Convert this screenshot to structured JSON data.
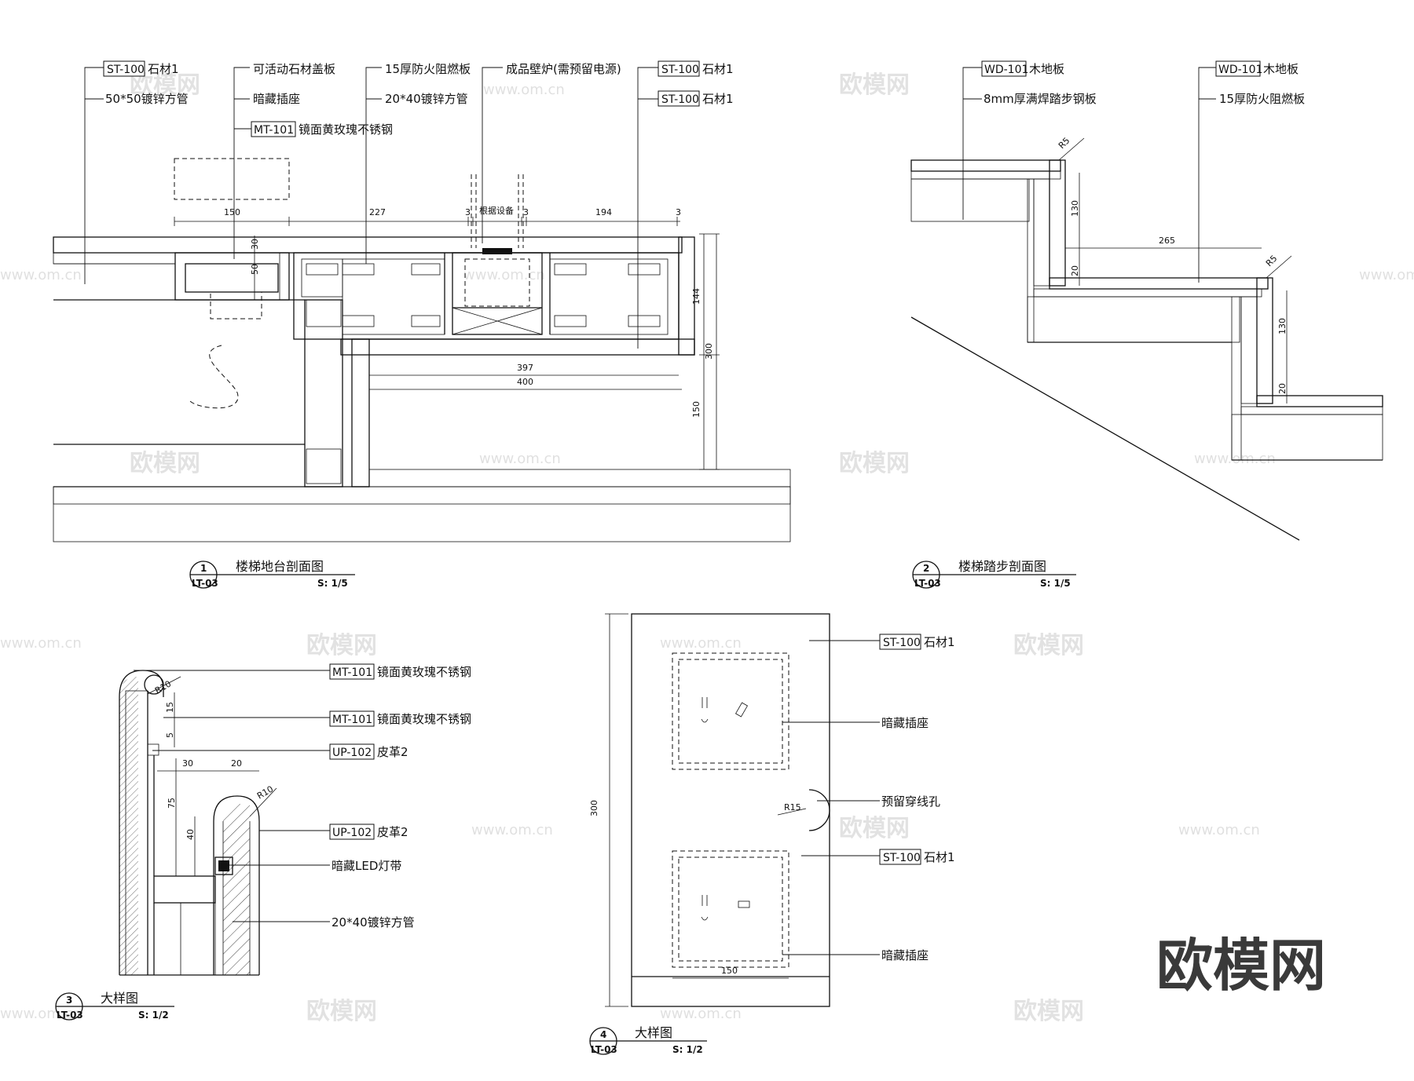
{
  "watermark": {
    "brand": "欧模网",
    "url": "www.om.cn",
    "corner_logo": "欧模网"
  },
  "detail1": {
    "number": "1",
    "sheet": "LT-03",
    "title": "楼梯地台剖面图",
    "scale": "S: 1/5",
    "labels": [
      {
        "code": "ST-100",
        "text": "石材1"
      },
      {
        "code": "",
        "text": "50*50镀锌方管"
      },
      {
        "code": "",
        "text": "可活动石材盖板"
      },
      {
        "code": "",
        "text": "暗藏插座"
      },
      {
        "code": "MT-101",
        "text": "镜面黄玫瑰不锈钢"
      },
      {
        "code": "",
        "text": "15厚防火阻燃板"
      },
      {
        "code": "",
        "text": "20*40镀锌方管"
      },
      {
        "code": "",
        "text": "成品壁炉(需预留电源)"
      },
      {
        "code": "ST-100",
        "text": "石材1"
      },
      {
        "code": "ST-100",
        "text": "石材1"
      }
    ],
    "dims": [
      "150",
      "227",
      "3",
      "根据设备",
      "3",
      "194",
      "3",
      "30",
      "50",
      "144",
      "300",
      "150",
      "397",
      "400"
    ]
  },
  "detail2": {
    "number": "2",
    "sheet": "LT-03",
    "title": "楼梯踏步剖面图",
    "scale": "S: 1/5",
    "labels": [
      {
        "code": "WD-101",
        "text": "木地板"
      },
      {
        "code": "",
        "text": "8mm厚满焊踏步钢板"
      },
      {
        "code": "WD-101",
        "text": "木地板"
      },
      {
        "code": "",
        "text": "15厚防火阻燃板"
      }
    ],
    "dims": [
      "R5",
      "130",
      "20",
      "265",
      "R5",
      "130",
      "20"
    ]
  },
  "detail3": {
    "number": "3",
    "sheet": "LT-03",
    "title": "大样图",
    "scale": "S: 1/2",
    "labels": [
      {
        "code": "MT-101",
        "text": "镜面黄玫瑰不锈钢"
      },
      {
        "code": "MT-101",
        "text": "镜面黄玫瑰不锈钢"
      },
      {
        "code": "UP-102",
        "text": "皮革2"
      },
      {
        "code": "UP-102",
        "text": "皮革2"
      },
      {
        "code": "",
        "text": "暗藏LED灯带"
      },
      {
        "code": "",
        "text": "20*40镀锌方管"
      }
    ],
    "dims": [
      "R10",
      "15",
      "5",
      "30",
      "20",
      "R10",
      "75",
      "40"
    ]
  },
  "detail4": {
    "number": "4",
    "sheet": "LT-03",
    "title": "大样图",
    "scale": "S: 1/2",
    "labels": [
      {
        "code": "ST-100",
        "text": "石材1"
      },
      {
        "code": "",
        "text": "暗藏插座"
      },
      {
        "code": "",
        "text": "预留穿线孔"
      },
      {
        "code": "ST-100",
        "text": "石材1"
      },
      {
        "code": "",
        "text": "暗藏插座"
      }
    ],
    "dims": [
      "300",
      "R15",
      "150"
    ]
  }
}
